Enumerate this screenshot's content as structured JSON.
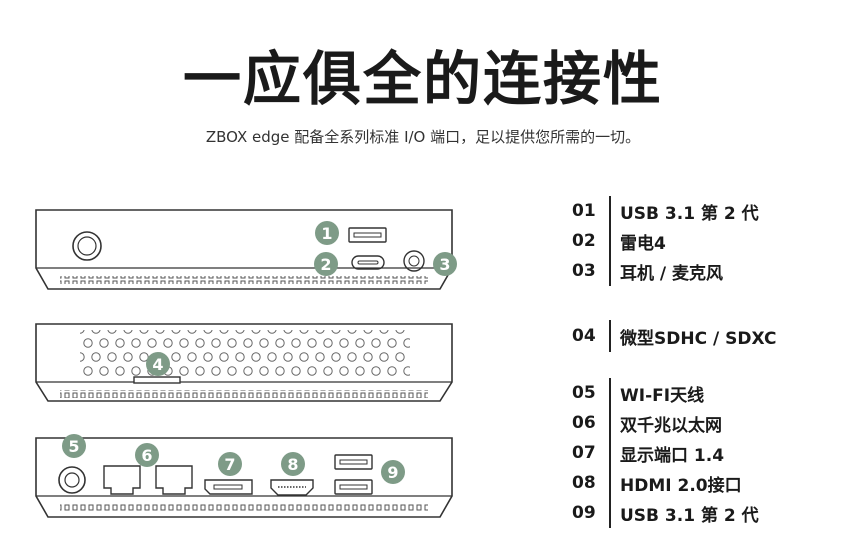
{
  "header": {
    "title": "一应俱全的连接性",
    "subtitle": "ZBOX edge 配备全系列标准 I/O 端口，足以提供您所需的一切。"
  },
  "colors": {
    "badge": "#7e9b87",
    "outline": "#333333",
    "text": "#1a1a1a"
  },
  "badges": [
    "1",
    "2",
    "3",
    "4",
    "5",
    "6",
    "7",
    "8",
    "9"
  ],
  "specs": [
    {
      "num": "01",
      "label": "USB 3.1 第 2 代"
    },
    {
      "num": "02",
      "label": "雷电4"
    },
    {
      "num": "03",
      "label": "耳机 / 麦克风"
    },
    {
      "num": "04",
      "label": "微型SDHC / SDXC"
    },
    {
      "num": "05",
      "label": "WI-FI天线"
    },
    {
      "num": "06",
      "label": "双千兆以太网"
    },
    {
      "num": "07",
      "label": "显示端口 1.4"
    },
    {
      "num": "08",
      "label": "HDMI 2.0接口"
    },
    {
      "num": "09",
      "label": "USB 3.1 第 2 代"
    }
  ]
}
